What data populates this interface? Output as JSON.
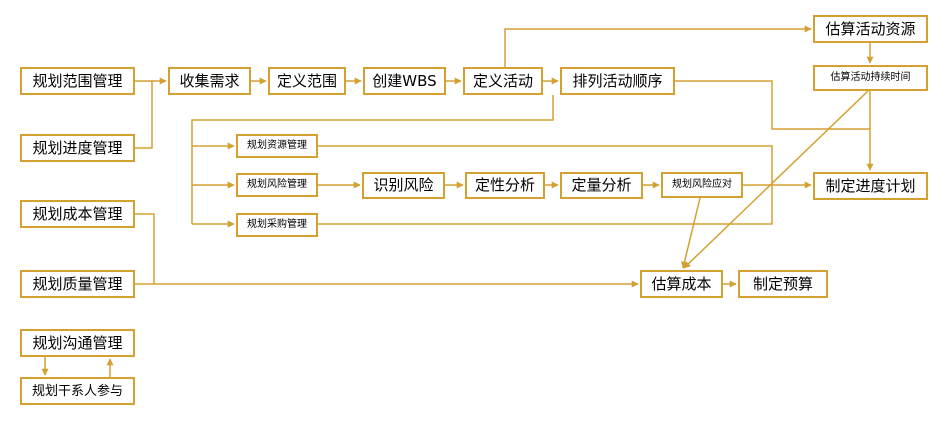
{
  "colors": {
    "stroke": "#D4A032",
    "text": "#000000",
    "background": "#ffffff"
  },
  "nodes": {
    "scope_mgmt": "规划范围管理",
    "schedule_mgmt": "规划进度管理",
    "cost_mgmt": "规划成本管理",
    "quality_mgmt": "规划质量管理",
    "comm_mgmt": "规划沟通管理",
    "stakeholder": "规划干系人参与",
    "collect_req": "收集需求",
    "define_scope": "定义范围",
    "create_wbs": "创建WBS",
    "define_act": "定义活动",
    "sequence_act": "排列活动顺序",
    "est_resources": "估算活动资源",
    "est_duration": "估算活动持续时间",
    "resource_mgmt": "规划资源管理",
    "risk_mgmt": "规划风险管理",
    "procure_mgmt": "规划采购管理",
    "identify_risk": "识别风险",
    "qualitative": "定性分析",
    "quantitative": "定量分析",
    "risk_response": "规划风险应对",
    "dev_schedule": "制定进度计划",
    "est_cost": "估算成本",
    "budget": "制定预算"
  }
}
